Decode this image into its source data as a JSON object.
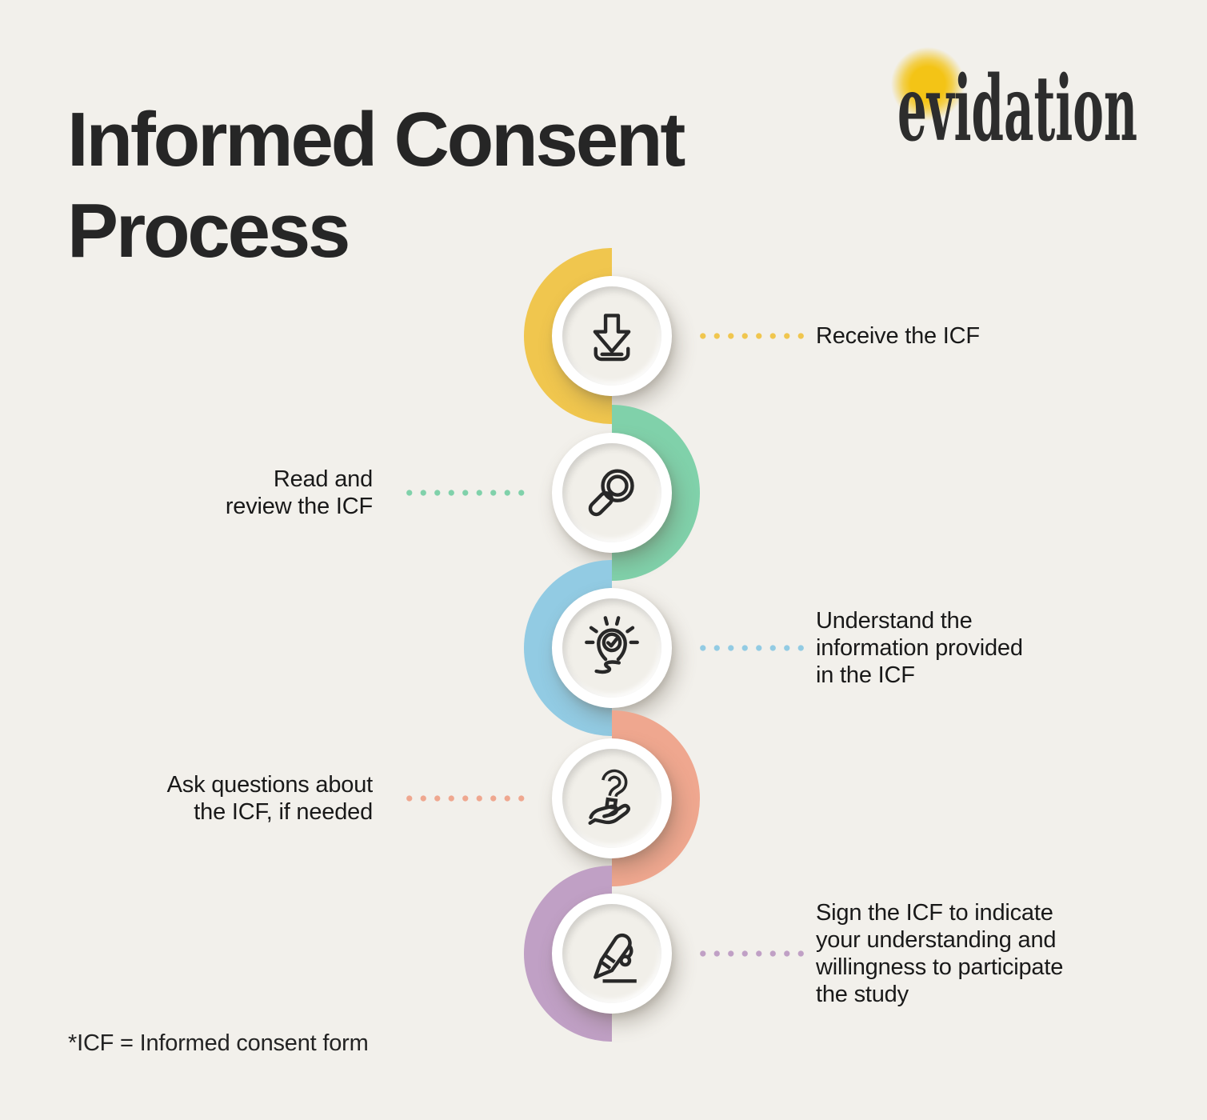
{
  "title": {
    "line1": "Informed Consent",
    "line2": "Process"
  },
  "logo": {
    "wordmark": "evidation",
    "sun_color": "#f3c416",
    "text_color": "#2d2d2d"
  },
  "footnote": "*ICF = Informed consent form",
  "background_color": "#f2f0eb",
  "steps": [
    {
      "label": "Receive the ICF",
      "icon": "download-icon",
      "accent": "#f0c64e",
      "label_side": "right",
      "dots": 8
    },
    {
      "label": "Read and\nreview the ICF",
      "icon": "magnifier-icon",
      "accent": "#80d1aa",
      "label_side": "left",
      "dots": 9
    },
    {
      "label": "Understand the\ninformation provided\nin the ICF",
      "icon": "lightbulb-check-icon",
      "accent": "#92cbe3",
      "label_side": "right",
      "dots": 8
    },
    {
      "label": "Ask questions about\nthe ICF, if needed",
      "icon": "question-hand-icon",
      "accent": "#efa78f",
      "label_side": "left",
      "dots": 9
    },
    {
      "label": "Sign the ICF to indicate\nyour understanding and\nwillingness to participate\nthe study",
      "icon": "pen-signature-icon",
      "accent": "#c0a0c5",
      "label_side": "right",
      "dots": 8
    }
  ]
}
